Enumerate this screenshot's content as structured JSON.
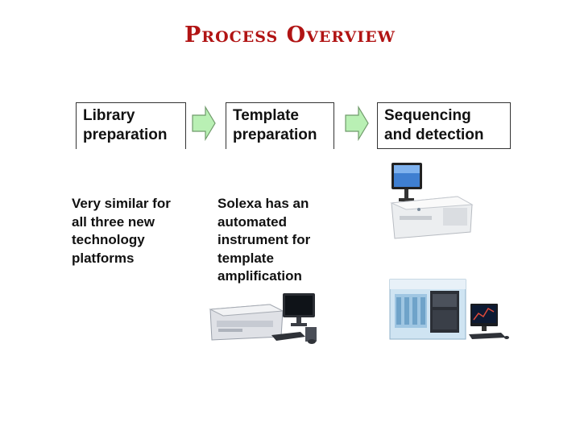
{
  "title": "Process Overview",
  "steps": [
    {
      "label": "Library\npreparation"
    },
    {
      "label": "Template\npreparation"
    },
    {
      "label": "Sequencing\nand detection"
    }
  ],
  "notes": [
    "Very similar for\nall three new\ntechnology\nplatforms",
    "Solexa has an\nautomated\ninstrument for\ntemplate\namplification"
  ],
  "colors": {
    "title": "#b11414",
    "arrow_fill": "#b9f0b4",
    "arrow_stroke": "#6f9a6a"
  }
}
